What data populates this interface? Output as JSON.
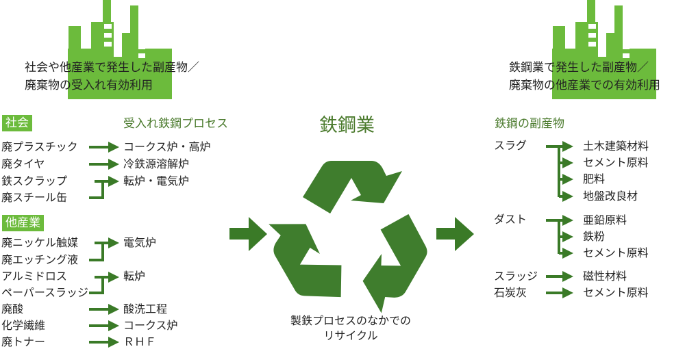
{
  "colors": {
    "light_green": "#6cbb3c",
    "dark_green": "#3a7a27",
    "heading_green": "#4a7a2c"
  },
  "left_caption": [
    "社会や他産業で発生した副産物／",
    "廃棄物の受入れ有効利用"
  ],
  "right_caption": [
    "鉄鋼業で発生した副産物／",
    "廃棄物の他産業での有効利用"
  ],
  "society_label": "社会",
  "other_industry_label": "他産業",
  "process_heading": "受入れ鉄鋼プロセス",
  "center_title": "鉄鋼業",
  "center_caption": [
    "製鉄プロセスのなかでの",
    "リサイクル"
  ],
  "byproduct_heading": "鉄鋼の副産物",
  "society_items": [
    "廃プラスチック",
    "廃タイヤ",
    "鉄スクラップ",
    "廃スチール缶"
  ],
  "society_targets": [
    "コークス炉・高炉",
    "冷鉄源溶解炉",
    "転炉・電気炉"
  ],
  "industry_items": [
    "廃ニッケル触媒",
    "廃エッチング液",
    "アルミドロス",
    "ペーパースラッジ",
    "廃酸",
    "化学繊維",
    "廃トナー"
  ],
  "industry_targets": [
    "電気炉",
    "転炉",
    "酸洗工程",
    "コークス炉",
    "ＲＨＦ"
  ],
  "byproducts": [
    {
      "name": "スラグ",
      "uses": [
        "土木建築材料",
        "セメント原料",
        "肥料",
        "地盤改良材"
      ]
    },
    {
      "name": "ダスト",
      "uses": [
        "亜鉛原料",
        "鉄粉",
        "セメント原料"
      ]
    },
    {
      "name": "スラッジ",
      "uses": [
        "磁性材料"
      ]
    },
    {
      "name": "石炭灰",
      "uses": [
        "セメント原料"
      ]
    }
  ]
}
